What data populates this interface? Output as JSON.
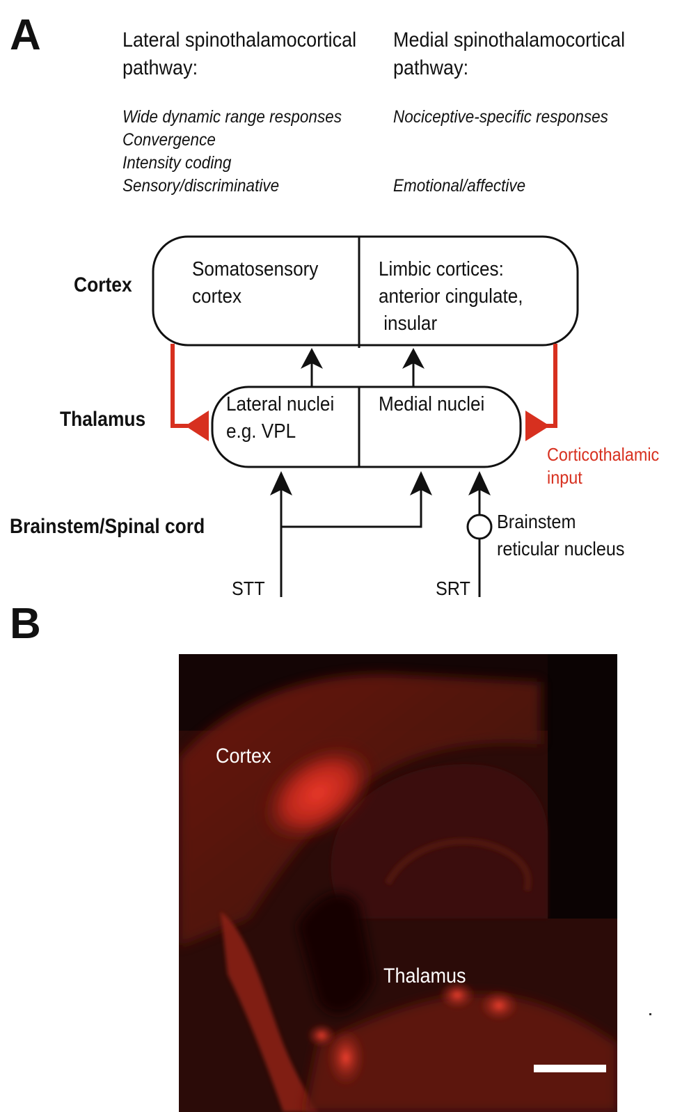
{
  "panel_a": {
    "letter": "A",
    "lateral_pathway": {
      "title_line1": "Lateral spinothalamocortical",
      "title_line2": "pathway:",
      "features": [
        "Wide dynamic range responses",
        "Convergence",
        "Intensity coding",
        "Sensory/discriminative"
      ]
    },
    "medial_pathway": {
      "title_line1": "Medial spinothalamocortical",
      "title_line2": "pathway:",
      "features": [
        "Nociceptive-specific responses",
        "Emotional/affective"
      ]
    },
    "levels": {
      "cortex": "Cortex",
      "thalamus": "Thalamus",
      "brainstem": "Brainstem/Spinal cord"
    },
    "cortex_box": {
      "left_line1": "Somatosensory",
      "left_line2": "cortex",
      "right_line1": "Limbic cortices:",
      "right_line2": "anterior cingulate,",
      "right_line3": " insular"
    },
    "thalamus_box": {
      "left_line1": "Lateral nuclei",
      "left_line2": "e.g. VPL",
      "right_line1": "Medial nuclei"
    },
    "corticothalamic": {
      "line1": "Corticothalamic",
      "line2": "input"
    },
    "brainstem_nucleus": {
      "line1": "Brainstem",
      "line2": "reticular nucleus"
    },
    "tracts": {
      "stt": "STT",
      "srt": "SRT"
    },
    "colors": {
      "corticothalamic": "#d7301f",
      "line": "#111111"
    }
  },
  "panel_b": {
    "letter": "B",
    "labels": {
      "cortex": "Cortex",
      "thalamus": "Thalamus"
    },
    "colors": {
      "fluorescence": "#e8281c",
      "background": "#170706"
    }
  }
}
